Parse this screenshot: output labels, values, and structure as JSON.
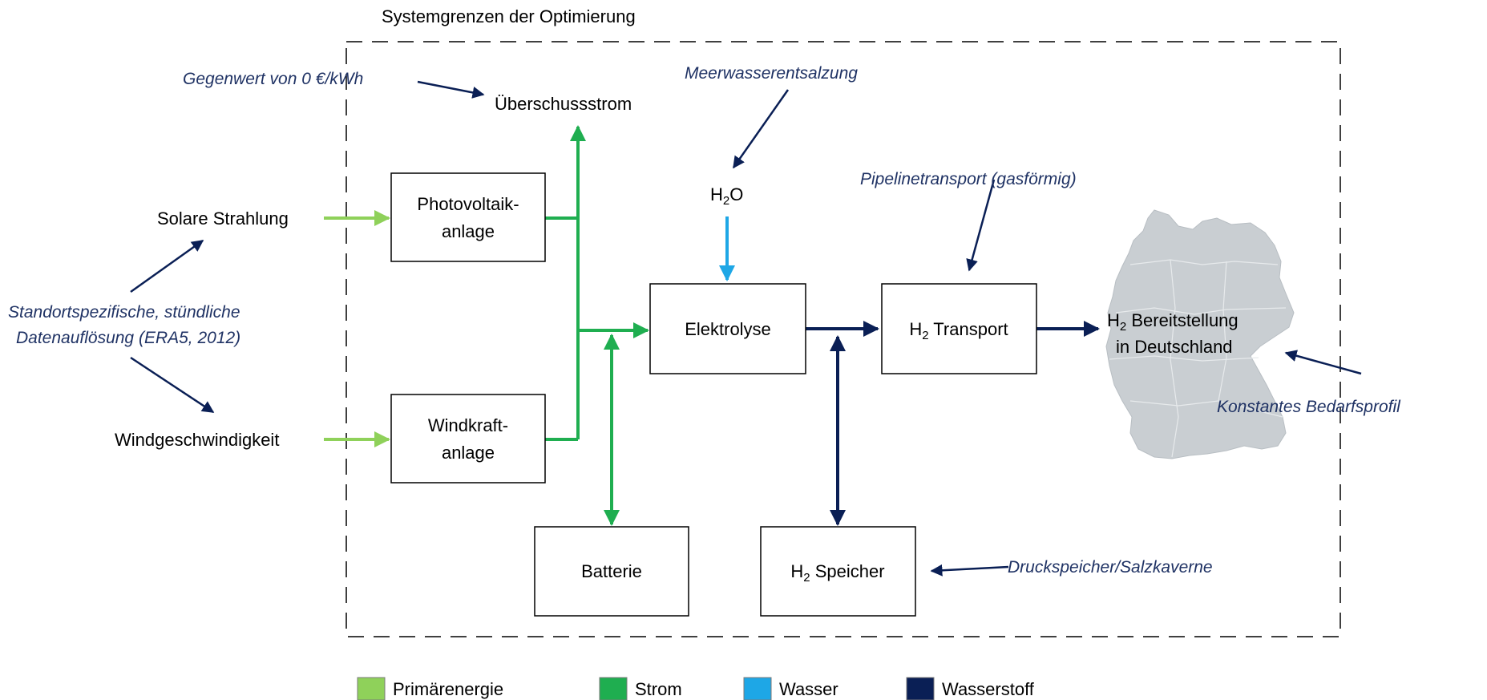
{
  "colors": {
    "primary_energy": "#8fd15a",
    "power": "#1fae50",
    "water": "#1ea7e6",
    "hydrogen": "#0a1f55",
    "annotation_text": "#1f3264",
    "map": "#c9ced2"
  },
  "boundary": {
    "label": "Systemgrenzen der Optimierung"
  },
  "nodes": {
    "solar": "Solare Strahlung",
    "wind_speed": "Windgeschwindigkeit",
    "pv_line1": "Photovoltaik-",
    "pv_line2": "anlage",
    "wind_line1": "Windkraft-",
    "wind_line2": "anlage",
    "surplus": "Überschussstrom",
    "water_main": "H",
    "water_sub": "2",
    "water_end": "O",
    "electrolysis": "Elektrolyse",
    "battery": "Batterie",
    "transport_main": "H",
    "transport_sub": "2",
    "transport_end": " Transport",
    "storage_main": "H",
    "storage_sub": "2",
    "storage_end": " Speicher",
    "supply_main": "H",
    "supply_sub": "2",
    "supply_end": " Bereitstellung",
    "supply_line2": "in Deutschland"
  },
  "annotations": {
    "equivalent": "Gegenwert von 0 €/kWh",
    "desalination": "Meerwasserentsalzung",
    "pipeline": "Pipelinetransport (gasförmig)",
    "site_line1": "Standortspezifische, stündliche",
    "site_line2": "Datenauflösung (ERA5, 2012)",
    "demand_profile": "Konstantes Bedarfsprofil",
    "storage_type": "Druckspeicher/Salzkaverne"
  },
  "legend": [
    {
      "label": "Primärenergie",
      "color": "#8fd15a"
    },
    {
      "label": "Strom",
      "color": "#1fae50"
    },
    {
      "label": "Wasser",
      "color": "#1ea7e6"
    },
    {
      "label": "Wasserstoff",
      "color": "#0a1f55"
    }
  ]
}
